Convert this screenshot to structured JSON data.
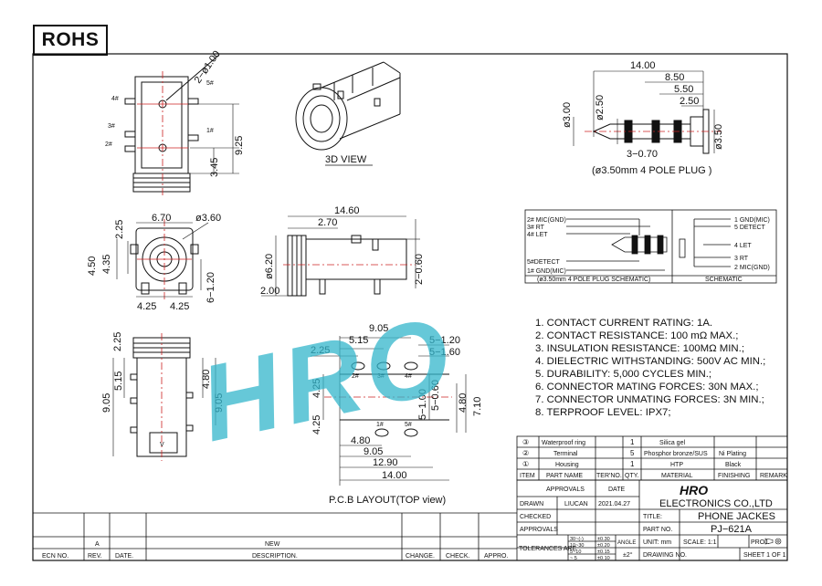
{
  "rohs": "ROHS",
  "view_label_3d": "3D VIEW",
  "pcb_label": "P.C.B   LAYOUT(TOP view)",
  "plug_label": "(ø3.50mm 4 POLE PLUG )",
  "watermark": "HRO",
  "top_view": {
    "pins": [
      "4#",
      "3#",
      "2#",
      "5#",
      "1#"
    ],
    "dims": [
      "2−ø1.00",
      "9.25",
      "3.45"
    ]
  },
  "front_view": {
    "dims": [
      "6.70",
      "ø3.60",
      "2.25",
      "4.50",
      "4.35",
      "4.25",
      "4.25",
      "6−1.20"
    ]
  },
  "side_view": {
    "dims": [
      "14.60",
      "2.70",
      "ø6.20",
      "2−0.60",
      "2.00"
    ]
  },
  "bottom_view": {
    "dims": [
      "2.25",
      "9.05",
      "5.15",
      "4.80",
      "9.05"
    ]
  },
  "plug": {
    "dims": [
      "14.00",
      "8.50",
      "5.50",
      "2.50",
      "ø3.00",
      "ø2.50",
      "ø3.50",
      "3−0.70"
    ]
  },
  "schematic": {
    "left_labels": [
      "2# MIC(GND)",
      "3# RT",
      "4# LET",
      "5#DETECT",
      "1# GND(MIC)"
    ],
    "right_labels": [
      "1 GND(MIC)",
      "5 DETECT",
      "4 LET",
      "3 RT",
      "2 MIC(GND)"
    ],
    "caption_left": "(ø3.50mm 4 POLE PLUG SCHEMATIC)",
    "caption_right": "SCHEMATIC"
  },
  "pcb": {
    "top_pins": [
      "2#",
      "3#",
      "4#"
    ],
    "bottom_pins": [
      "1#",
      "5#"
    ],
    "dims": [
      "9.05",
      "5.15",
      "5−1.20",
      "2.25",
      "5−1.60",
      "4.25",
      "4.25",
      "5−1.00",
      "5−0.60",
      "4.80",
      "7.10",
      "4.80",
      "9.05",
      "12.90",
      "14.00"
    ]
  },
  "notes": [
    "1. CONTACT CURRENT RATING: 1A.",
    "2. CONTACT RESISTANCE: 100 mΩ MAX.;",
    "3. INSULATION RESISTANCE: 100MΩ MIN.;",
    "4. DIELECTRIC WITHSTANDING: 500V AC MIN.;",
    "5. DURABILITY: 5,000 CYCLES MIN.;",
    "6. CONNECTOR MATING FORCES: 30N    MAX.;",
    "7. CONNECTOR UNMATING FORCES: 3N MIN.;",
    "8. TERPROOF LEVEL: IPX7;"
  ],
  "bom": {
    "rows": [
      {
        "item": "③",
        "name": "Waterproof ring",
        "qty": "1",
        "material": "Silica gel",
        "finishing": ""
      },
      {
        "item": "②",
        "name": "Terminal",
        "qty": "5",
        "material": "Phosphor bronze/SUS",
        "finishing": "Ni Plating"
      },
      {
        "item": "①",
        "name": "Housing",
        "qty": "1",
        "material": "HTP",
        "finishing": "Black"
      }
    ],
    "header": {
      "item": "ITEM",
      "name": "PART NAME",
      "no": "TER'NO.",
      "qty": "QTY.",
      "material": "MATERIAL",
      "finishing": "FINISHING",
      "remark": "REMARK"
    }
  },
  "title_block": {
    "approvals": "APPROVALS",
    "date": "DATE",
    "drawn": "DRAWN",
    "drawn_by": "LIUCAN",
    "drawn_date": "2021.04.27",
    "checked": "CHECKED",
    "approvals2": "APPROVALS",
    "company_logo": "HRO",
    "company": "ELECTRONICS CO.,LTD",
    "title_label": "TITLE:",
    "title": "PHONE JACKES",
    "part_label": "PART NO.",
    "part": "PJ−621A",
    "tolerances": "TOLERANCES ARE",
    "tol_ranges": [
      "30~(-)",
      "10~30",
      "5~10",
      "~ 5"
    ],
    "tol_values": [
      "±0.30",
      "±0.20",
      "±0.15",
      "±0.10"
    ],
    "angle": "ANGLE",
    "angle_value": "±2°",
    "unit": "UNIT: mm",
    "scale": "SCALE:   1:1",
    "proj": "PROJ.",
    "drawing_no": "DRAWING NO.",
    "sheet": "SHEET  1 OF 1"
  },
  "revision": {
    "rev_letter": "A",
    "new": "NEW",
    "ecn": "ECN NO.",
    "rev": "REV.",
    "date": "DATE.",
    "description": "DESCRIPTION.",
    "change": "CHANGE.",
    "check": "CHECK.",
    "appro": "APPRO."
  },
  "colors": {
    "line": "#111111",
    "center": "#cc2222",
    "watermark": "#33b6cc"
  }
}
